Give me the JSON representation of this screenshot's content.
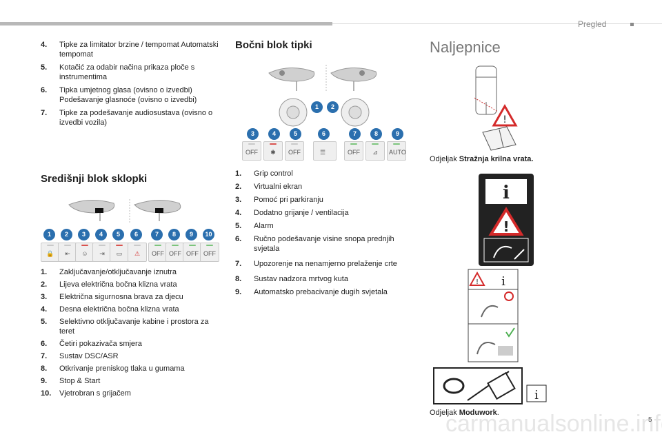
{
  "header": {
    "section_label": "Pregled"
  },
  "left_list": [
    {
      "num": "4.",
      "text": "Tipke za limitator brzine / tempomat Automatski tempomat"
    },
    {
      "num": "5.",
      "text": "Kotačić za odabir načina prikaza ploče s instrumentima"
    },
    {
      "num": "6.",
      "text": "Tipka umjetnog glasa (ovisno o izvedbi) Podešavanje glasnoće (ovisno o izvedbi)"
    },
    {
      "num": "7.",
      "text": "Tipke za podešavanje audiosustava (ovisno o izvedbi vozila)"
    }
  ],
  "center_block": {
    "title": "Središnji blok sklopki",
    "badges": [
      "1",
      "2",
      "3",
      "4",
      "5",
      "6",
      "7",
      "8",
      "9",
      "10"
    ],
    "items": [
      {
        "num": "1.",
        "text": "Zaključavanje/otključavanje iznutra"
      },
      {
        "num": "2.",
        "text": "Lijeva električna bočna klizna vrata"
      },
      {
        "num": "3.",
        "text": "Električna sigurnosna brava za djecu"
      },
      {
        "num": "4.",
        "text": "Desna električna bočna klizna vrata"
      },
      {
        "num": "5.",
        "text": "Selektivno otključavanje kabine i prostora za teret"
      },
      {
        "num": "6.",
        "text": "Četiri pokazivača smjera"
      },
      {
        "num": "7.",
        "text": "Sustav DSC/ASR"
      },
      {
        "num": "8.",
        "text": "Otkrivanje preniskog tlaka u gumama"
      },
      {
        "num": "9.",
        "text": "Stop & Start"
      },
      {
        "num": "10.",
        "text": "Vjetrobran s grijačem"
      }
    ],
    "key_labels": [
      "OFF",
      "OFF",
      "OFF",
      "OFF"
    ]
  },
  "side_block": {
    "title": "Bočni blok tipki",
    "badges": [
      "1",
      "2",
      "3",
      "4",
      "5",
      "6",
      "7",
      "8",
      "9"
    ],
    "items": [
      {
        "num": "1.",
        "text": "Grip control"
      },
      {
        "num": "2.",
        "text": "Virtualni ekran"
      },
      {
        "num": "3.",
        "text": "Pomoć pri parkiranju"
      },
      {
        "num": "4.",
        "text": "Dodatno grijanje / ventilacija"
      },
      {
        "num": "5.",
        "text": "Alarm"
      },
      {
        "num": "6.",
        "text": "Ručno podešavanje visine snopa prednjih svjetala"
      },
      {
        "num": "7.",
        "text": "Upozorenje na nenamjerno prelaženje crte"
      },
      {
        "num": "8.",
        "text": "Sustav nadzora mrtvog kuta"
      },
      {
        "num": "9.",
        "text": "Automatsko prebacivanje dugih svjetala"
      }
    ],
    "key_labels": [
      "OFF",
      "OFF",
      "OFF",
      "AUTO"
    ]
  },
  "stickers": {
    "title": "Naljepnice",
    "caption1_prefix": "Odjeljak ",
    "caption1_bold": "Stražnja krilna vrata.",
    "caption2_prefix": "Odjeljak ",
    "caption2_bold": "Moduwork",
    "caption2_suffix": "."
  },
  "footer": {
    "watermark": "carmanualsonline.info",
    "page": "5"
  },
  "colors": {
    "badge": "#2b6fae",
    "led_green": "#7cc47c",
    "led_red": "#d9534f",
    "warning_red": "#d42a2a"
  }
}
